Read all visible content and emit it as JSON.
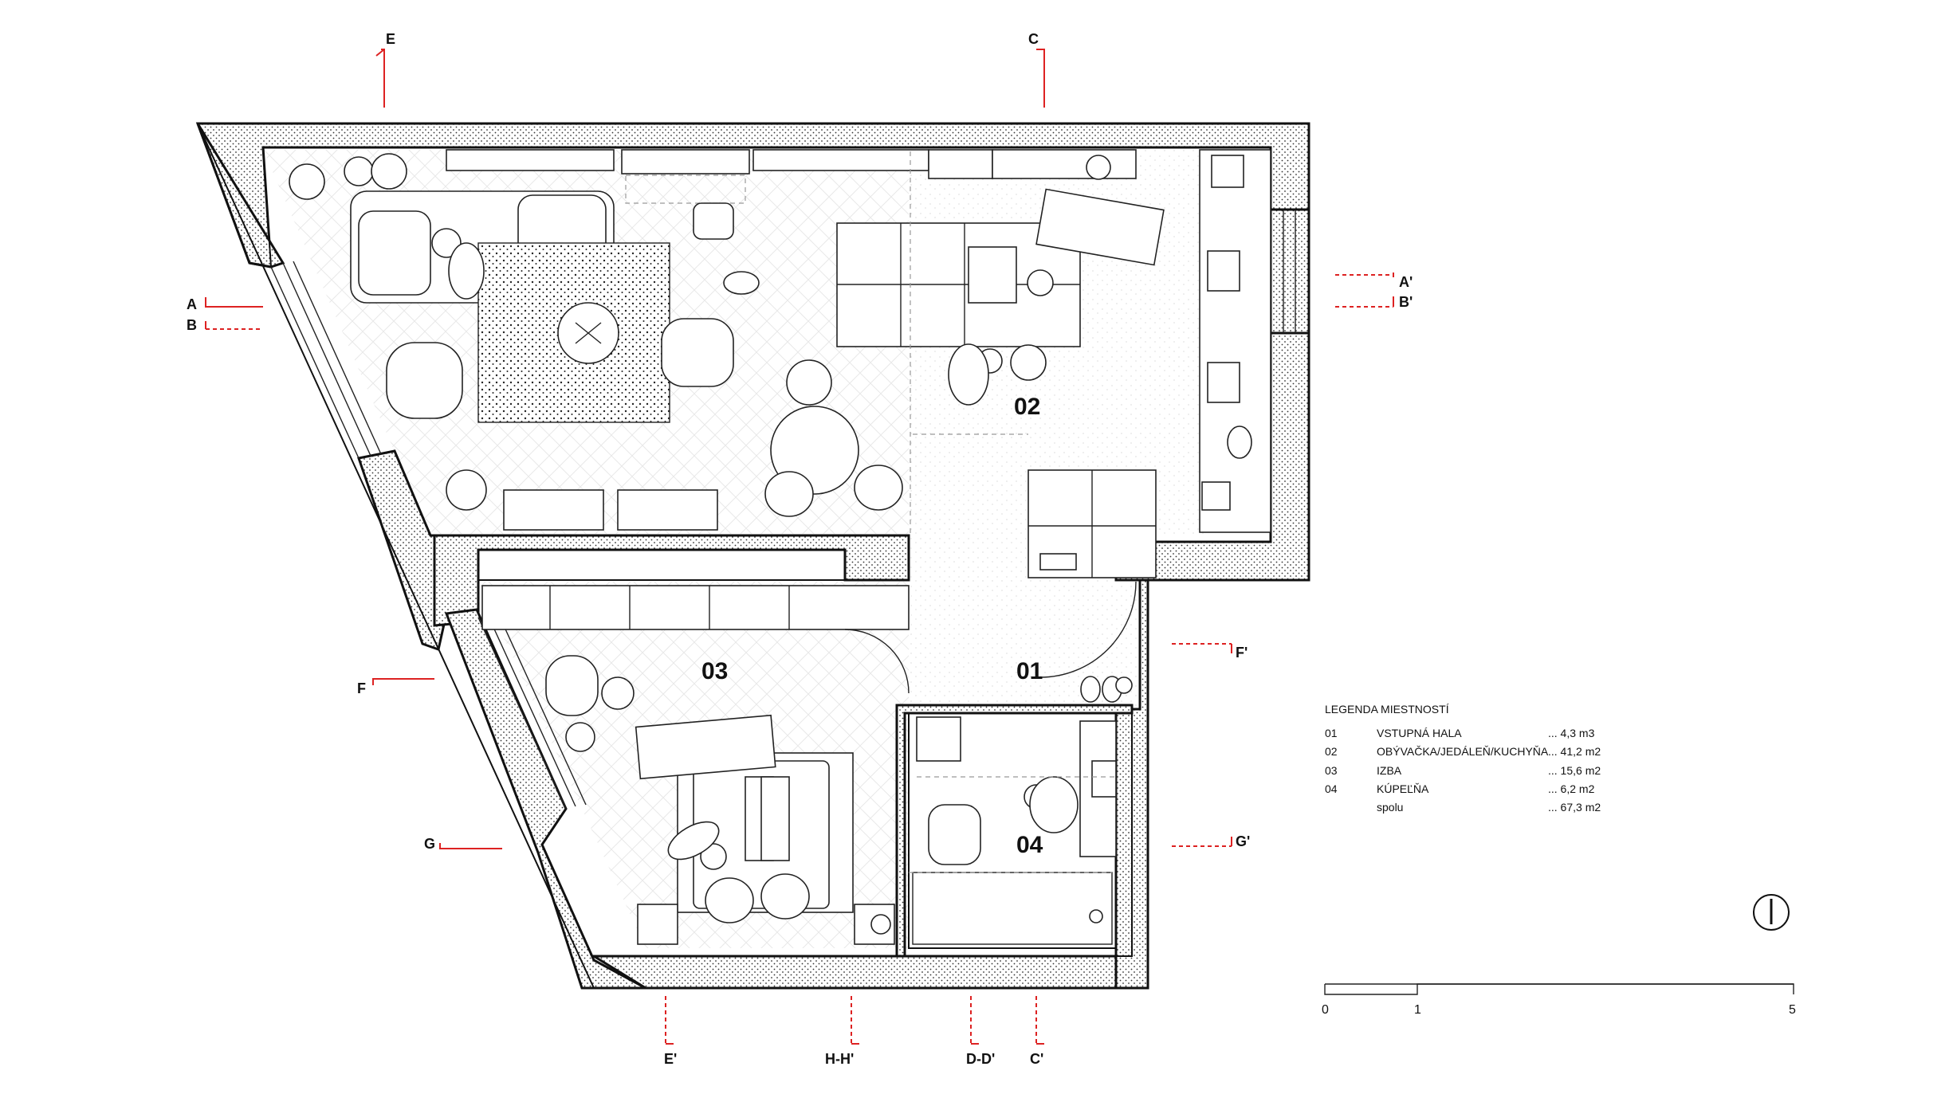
{
  "rooms": {
    "r01": "01",
    "r02": "02",
    "r03": "03",
    "r04": "04"
  },
  "sections": {
    "E": "E",
    "C": "C",
    "A": "A",
    "B": "B",
    "A_prime": "A'",
    "B_prime": "B'",
    "F": "F",
    "F_prime": "F'",
    "G": "G",
    "G_prime": "G'",
    "E_prime": "E'",
    "H_H": "H-H'",
    "D_D": "D-D'",
    "C_prime": "C'"
  },
  "legend": {
    "title": "LEGENDA MIESTNOSTÍ",
    "rows": [
      {
        "num": "01",
        "name": "VSTUPNÁ HALA",
        "area": "... 4,3 m3"
      },
      {
        "num": "02",
        "name": "OBÝVAČKA/JEDÁLEŇ/KUCHYŇA",
        "area": "... 41,2 m2"
      },
      {
        "num": "03",
        "name": "IZBA",
        "area": "... 15,6 m2"
      },
      {
        "num": "04",
        "name": "KÚPEĽŇA",
        "area": "... 6,2 m2"
      },
      {
        "num": "",
        "name": "spolu",
        "area": "... 67,3 m2"
      }
    ]
  },
  "scale": {
    "t0": "0",
    "t1": "1",
    "t5": "5"
  },
  "north_icon": "north-arrow-icon",
  "colors": {
    "section_marker": "#d22222",
    "wall_outline": "#111111"
  }
}
